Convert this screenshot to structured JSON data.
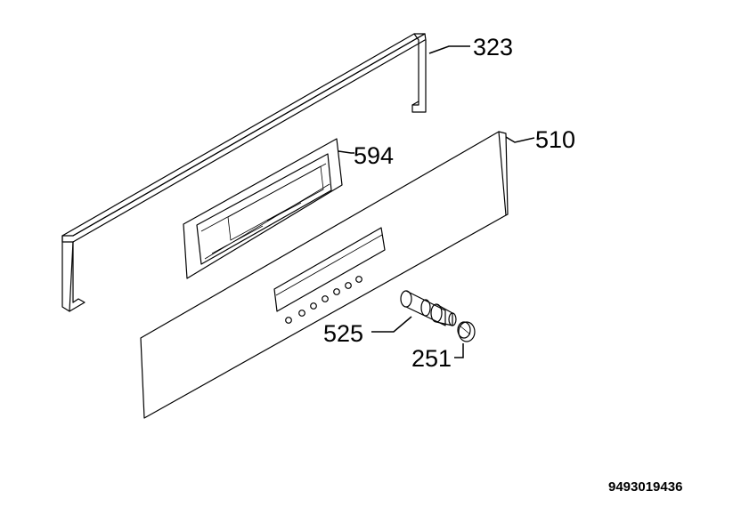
{
  "parts": [
    {
      "id": "323",
      "name": "frame"
    },
    {
      "id": "594",
      "name": "display-window"
    },
    {
      "id": "510",
      "name": "control-panel"
    },
    {
      "id": "525",
      "name": "spindle"
    },
    {
      "id": "251",
      "name": "knob"
    }
  ],
  "document_id": "9493019436"
}
